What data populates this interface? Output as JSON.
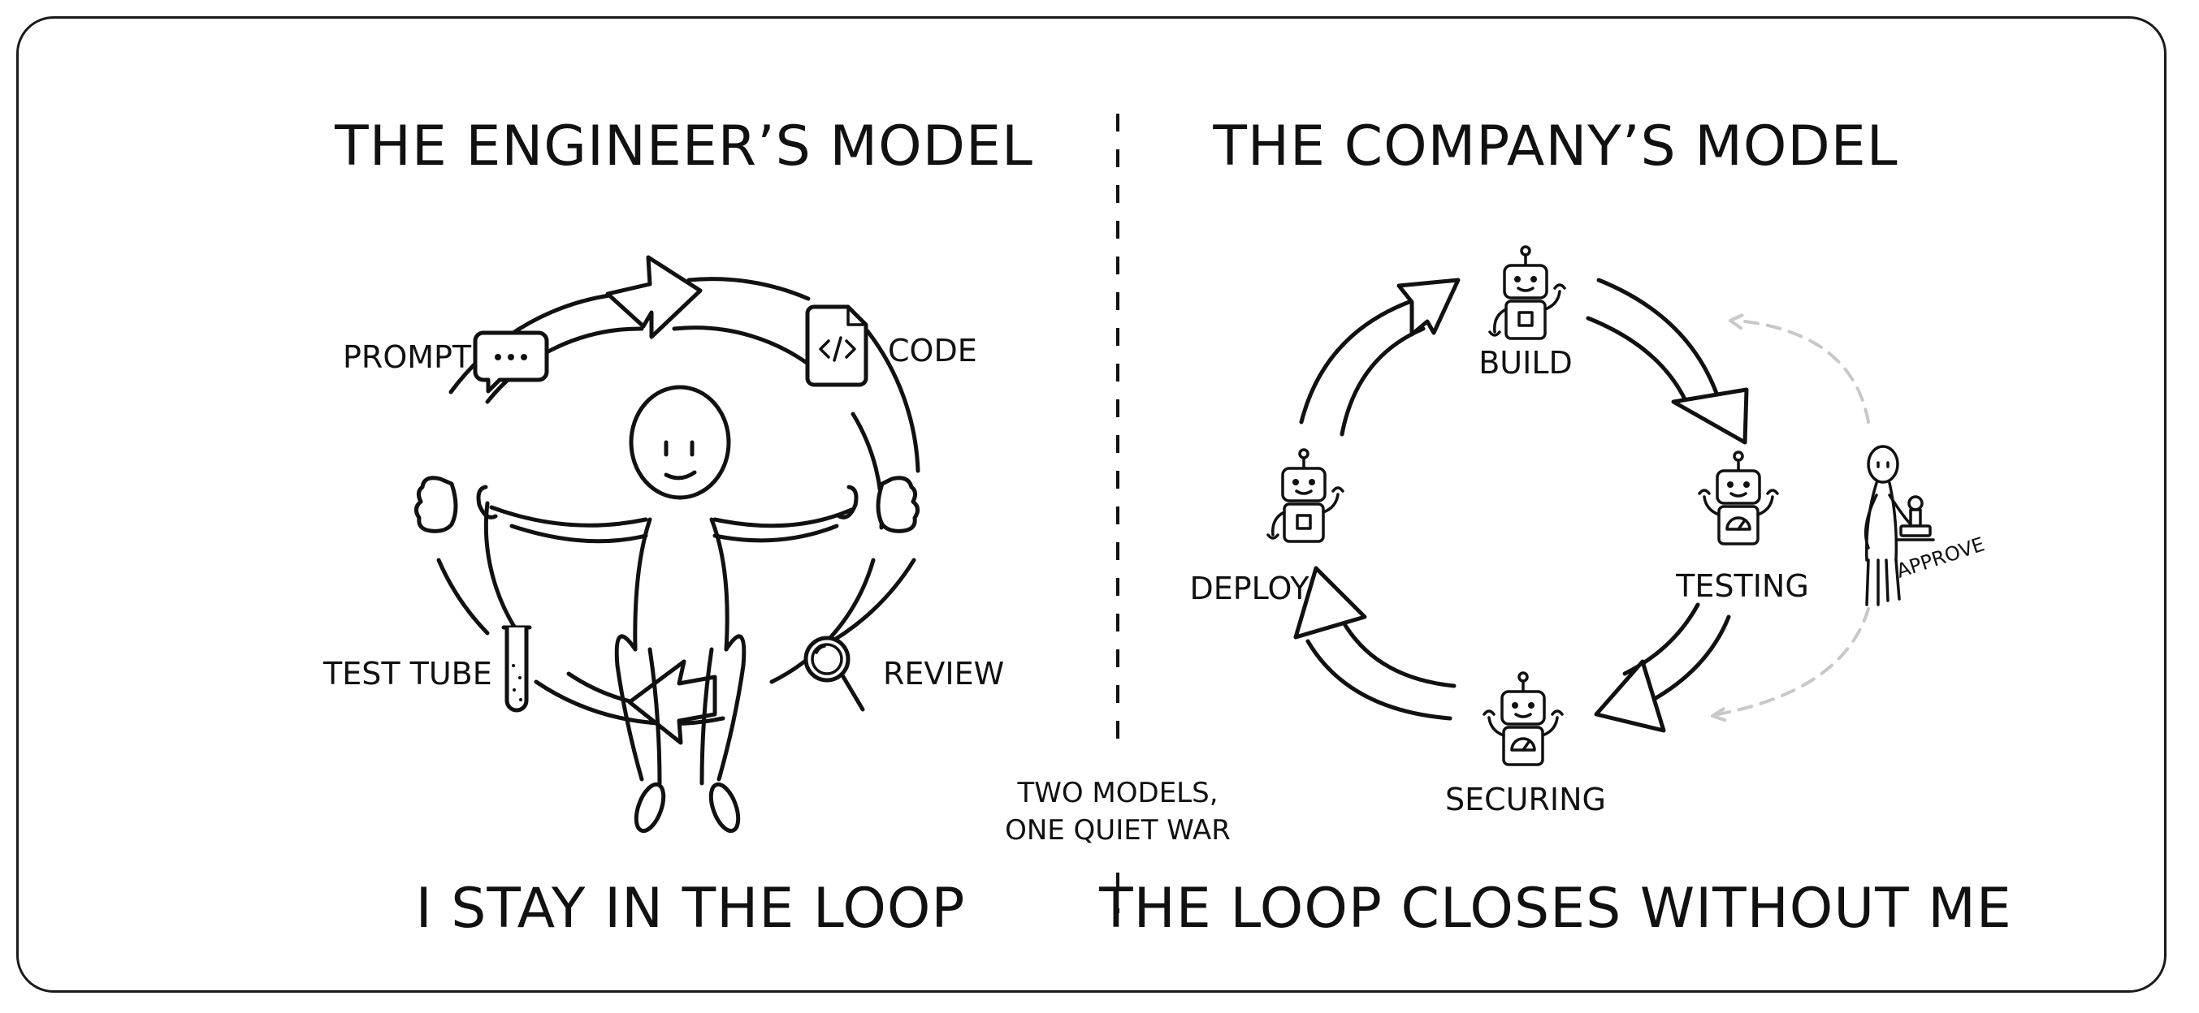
{
  "left_panel": {
    "title": "THE ENGINEER’S MODEL",
    "caption": "I STAY IN THE LOOP",
    "labels": {
      "prompt": "PROMPT",
      "code": "CODE",
      "test_tube": "TEST TUBE",
      "review": "REVIEW"
    },
    "icons": [
      "speech-bubble-icon",
      "code-file-icon",
      "test-tube-icon",
      "magnifier-icon"
    ]
  },
  "right_panel": {
    "title": "THE COMPANY’S MODEL",
    "caption": "THE LOOP CLOSES WITHOUT ME",
    "stages": {
      "build": "BUILD",
      "testing": "TESTING",
      "securing": "SECURING",
      "deploy": "DEPLOY"
    },
    "approver_label": "APPROVE",
    "icons": [
      "robot-icon",
      "stamp-icon"
    ]
  },
  "center_note": {
    "line1": "TWO MODELS,",
    "line2": "ONE QUIET WAR"
  },
  "colors": {
    "ink": "#111111",
    "ghost_arrow": "#c8c8c8",
    "background": "#ffffff"
  }
}
